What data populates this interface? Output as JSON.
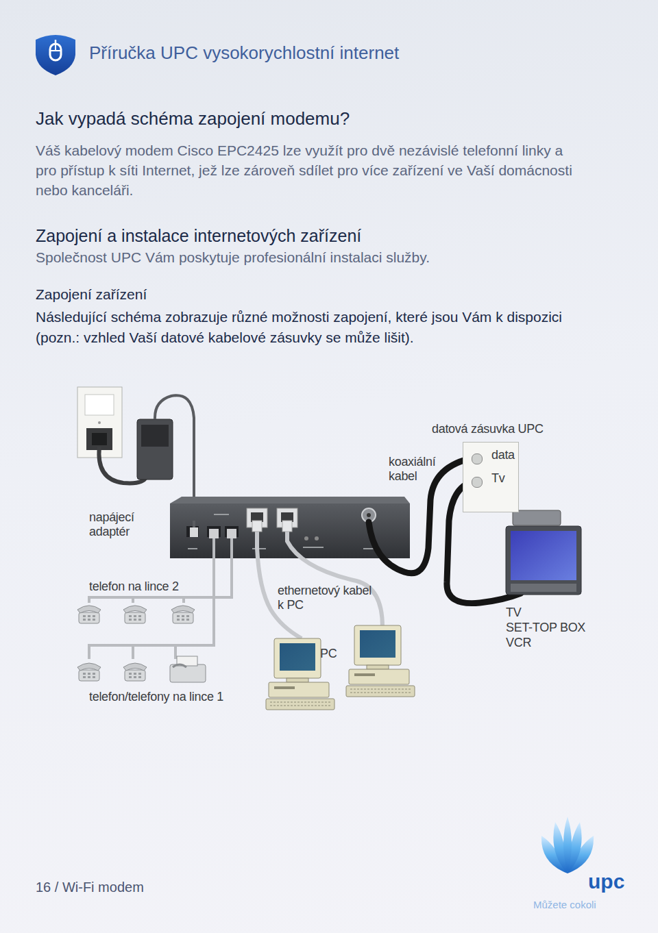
{
  "diagram": {
    "title": "Jak vypadá schéma zapojení modemu?",
    "nodes": [
      {
        "text": [
          "datová zásuvka UPC",
          "data",
          "Tv"
        ]
      }
    ],
    "labels": [
      "Příručka UPC vysokorychlostní internet",
      "Váš kabelový modem Cisco EPC2425 lze využít pro dvě nezávislé telefonní linky a pro přístup k síti Internet, jež lze zároveň sdílet pro více zařízení ve Vaší domácnosti nebo kanceláři.",
      "Zapojení a instalace internetových zařízení",
      "Společnost UPC Vám poskytuje profesionální instalaci služby.",
      "Zapojení zařízení",
      "Následující schéma zobrazuje různé možnosti zapojení, které jsou Vám k dispozici (pozn.: vzhled Vaší datové kabelové zásuvky se může lišit).",
      "koaxiální kabel",
      "napájecí adaptér",
      "telefon na lince 2",
      "ethernetový kabel k PC",
      "PC",
      "TV",
      "SET-TOP BOX",
      "VCR",
      "telefon/telefony na lince 1",
      "16 / Wi-Fi modem",
      "upc",
      "Můžete cokoli"
    ]
  }
}
